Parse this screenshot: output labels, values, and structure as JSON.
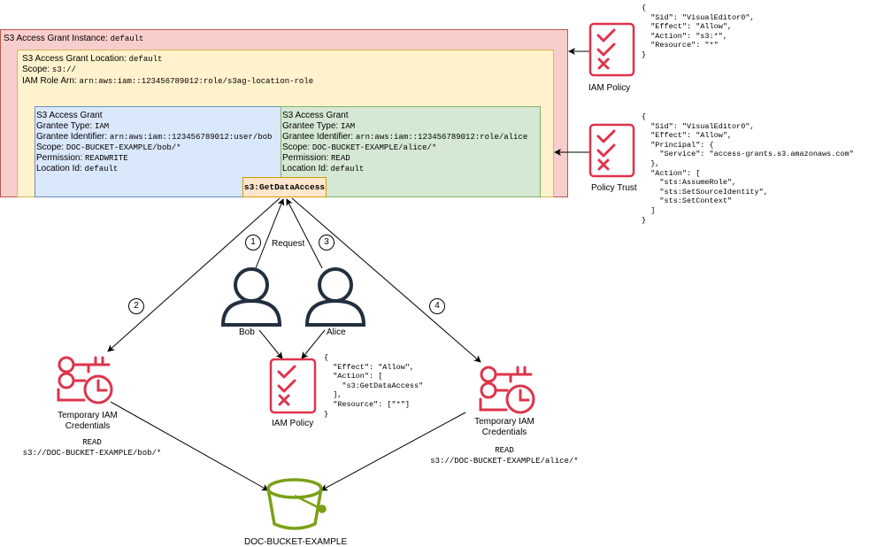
{
  "instance": {
    "label": "S3 Access Grant Instance:",
    "value": "default"
  },
  "location": {
    "name_label": "S3 Access Grant Location:",
    "name_value": "default",
    "scope_label": "Scope:",
    "scope_value": "s3://",
    "role_label": "IAM Role Arn:",
    "role_value": "arn:aws:iam::123456789012:role/s3ag-location-role"
  },
  "grants": [
    {
      "title": "S3 Access Grant",
      "type_label": "Grantee Type:",
      "type_value": "IAM",
      "id_label": "Grantee Identifier:",
      "id_value": "arn:aws:iam::123456789012:user/bob",
      "scope_label": "Scope:",
      "scope_value": "DOC-BUCKET-EXAMPLE/bob/*",
      "perm_label": "Permission:",
      "perm_value": "READWRITE",
      "loc_label": "Location Id:",
      "loc_value": "default"
    },
    {
      "title": "S3 Access Grant",
      "type_label": "Grantee Type:",
      "type_value": "IAM",
      "id_label": "Grantee Identifier:",
      "id_value": "arn:aws:iam::123456789012:role/alice",
      "scope_label": "Scope:",
      "scope_value": "DOC-BUCKET-EXAMPLE/alice/*",
      "perm_label": "Permission:",
      "perm_value": "READ",
      "loc_label": "Location Id:",
      "loc_value": "default"
    }
  ],
  "get_data_access": "s3:GetDataAccess",
  "iam_policy_top": {
    "label": "IAM Policy",
    "json": "{\n  \"Sid\": \"VisualEditor0\",\n  \"Effect\": \"Allow\",\n  \"Action\": \"s3:*\",\n  \"Resource\": \"*\"\n}"
  },
  "policy_trust": {
    "label": "Policy Trust",
    "json": "{\n  \"Sid\": \"VisualEditor0\",\n  \"Effect\": \"Allow\",\n  \"Principal\": {\n    \"Service\": \"access-grants.s3.amazonaws.com\"\n  },\n  \"Action\": [\n    \"sts:AssumeRole\",\n    \"sts:SetSourceIdentity\",\n    \"sts:SetContext\"\n  ]\n}"
  },
  "iam_policy_mid": {
    "label": "IAM Policy",
    "json": "{\n  \"Effect\": \"Allow\",\n  \"Action\": [\n    \"s3:GetDataAccess\"\n  ],\n  \"Resource\": [\"*\"]\n}"
  },
  "users": {
    "bob": "Bob",
    "alice": "Alice"
  },
  "request_label": "Request",
  "steps": [
    "1",
    "2",
    "3",
    "4"
  ],
  "creds_left": {
    "label_line1": "Temporary IAM",
    "label_line2": "Credentials",
    "perm": "READ",
    "path": "s3://DOC-BUCKET-EXAMPLE/bob/*"
  },
  "creds_right": {
    "label_line1": "Temporary IAM",
    "label_line2": "Credentials",
    "perm": "READ",
    "path": "s3://DOC-BUCKET-EXAMPLE/alice/*"
  },
  "bucket_label": "DOC-BUCKET-EXAMPLE",
  "colors": {
    "instance_fill": "#f8cecc",
    "instance_stroke": "#b85450",
    "location_fill": "#fff2cc",
    "location_stroke": "#d6b656",
    "grant_bob_fill": "#dae8fc",
    "grant_bob_stroke": "#6c8ebf",
    "grant_alice_fill": "#d5e8d4",
    "grant_alice_stroke": "#82b366",
    "gda_fill": "#ffe6cc",
    "gda_stroke": "#d79b00",
    "aws_red": "#dd344c",
    "bucket_green": "#7aa116"
  }
}
